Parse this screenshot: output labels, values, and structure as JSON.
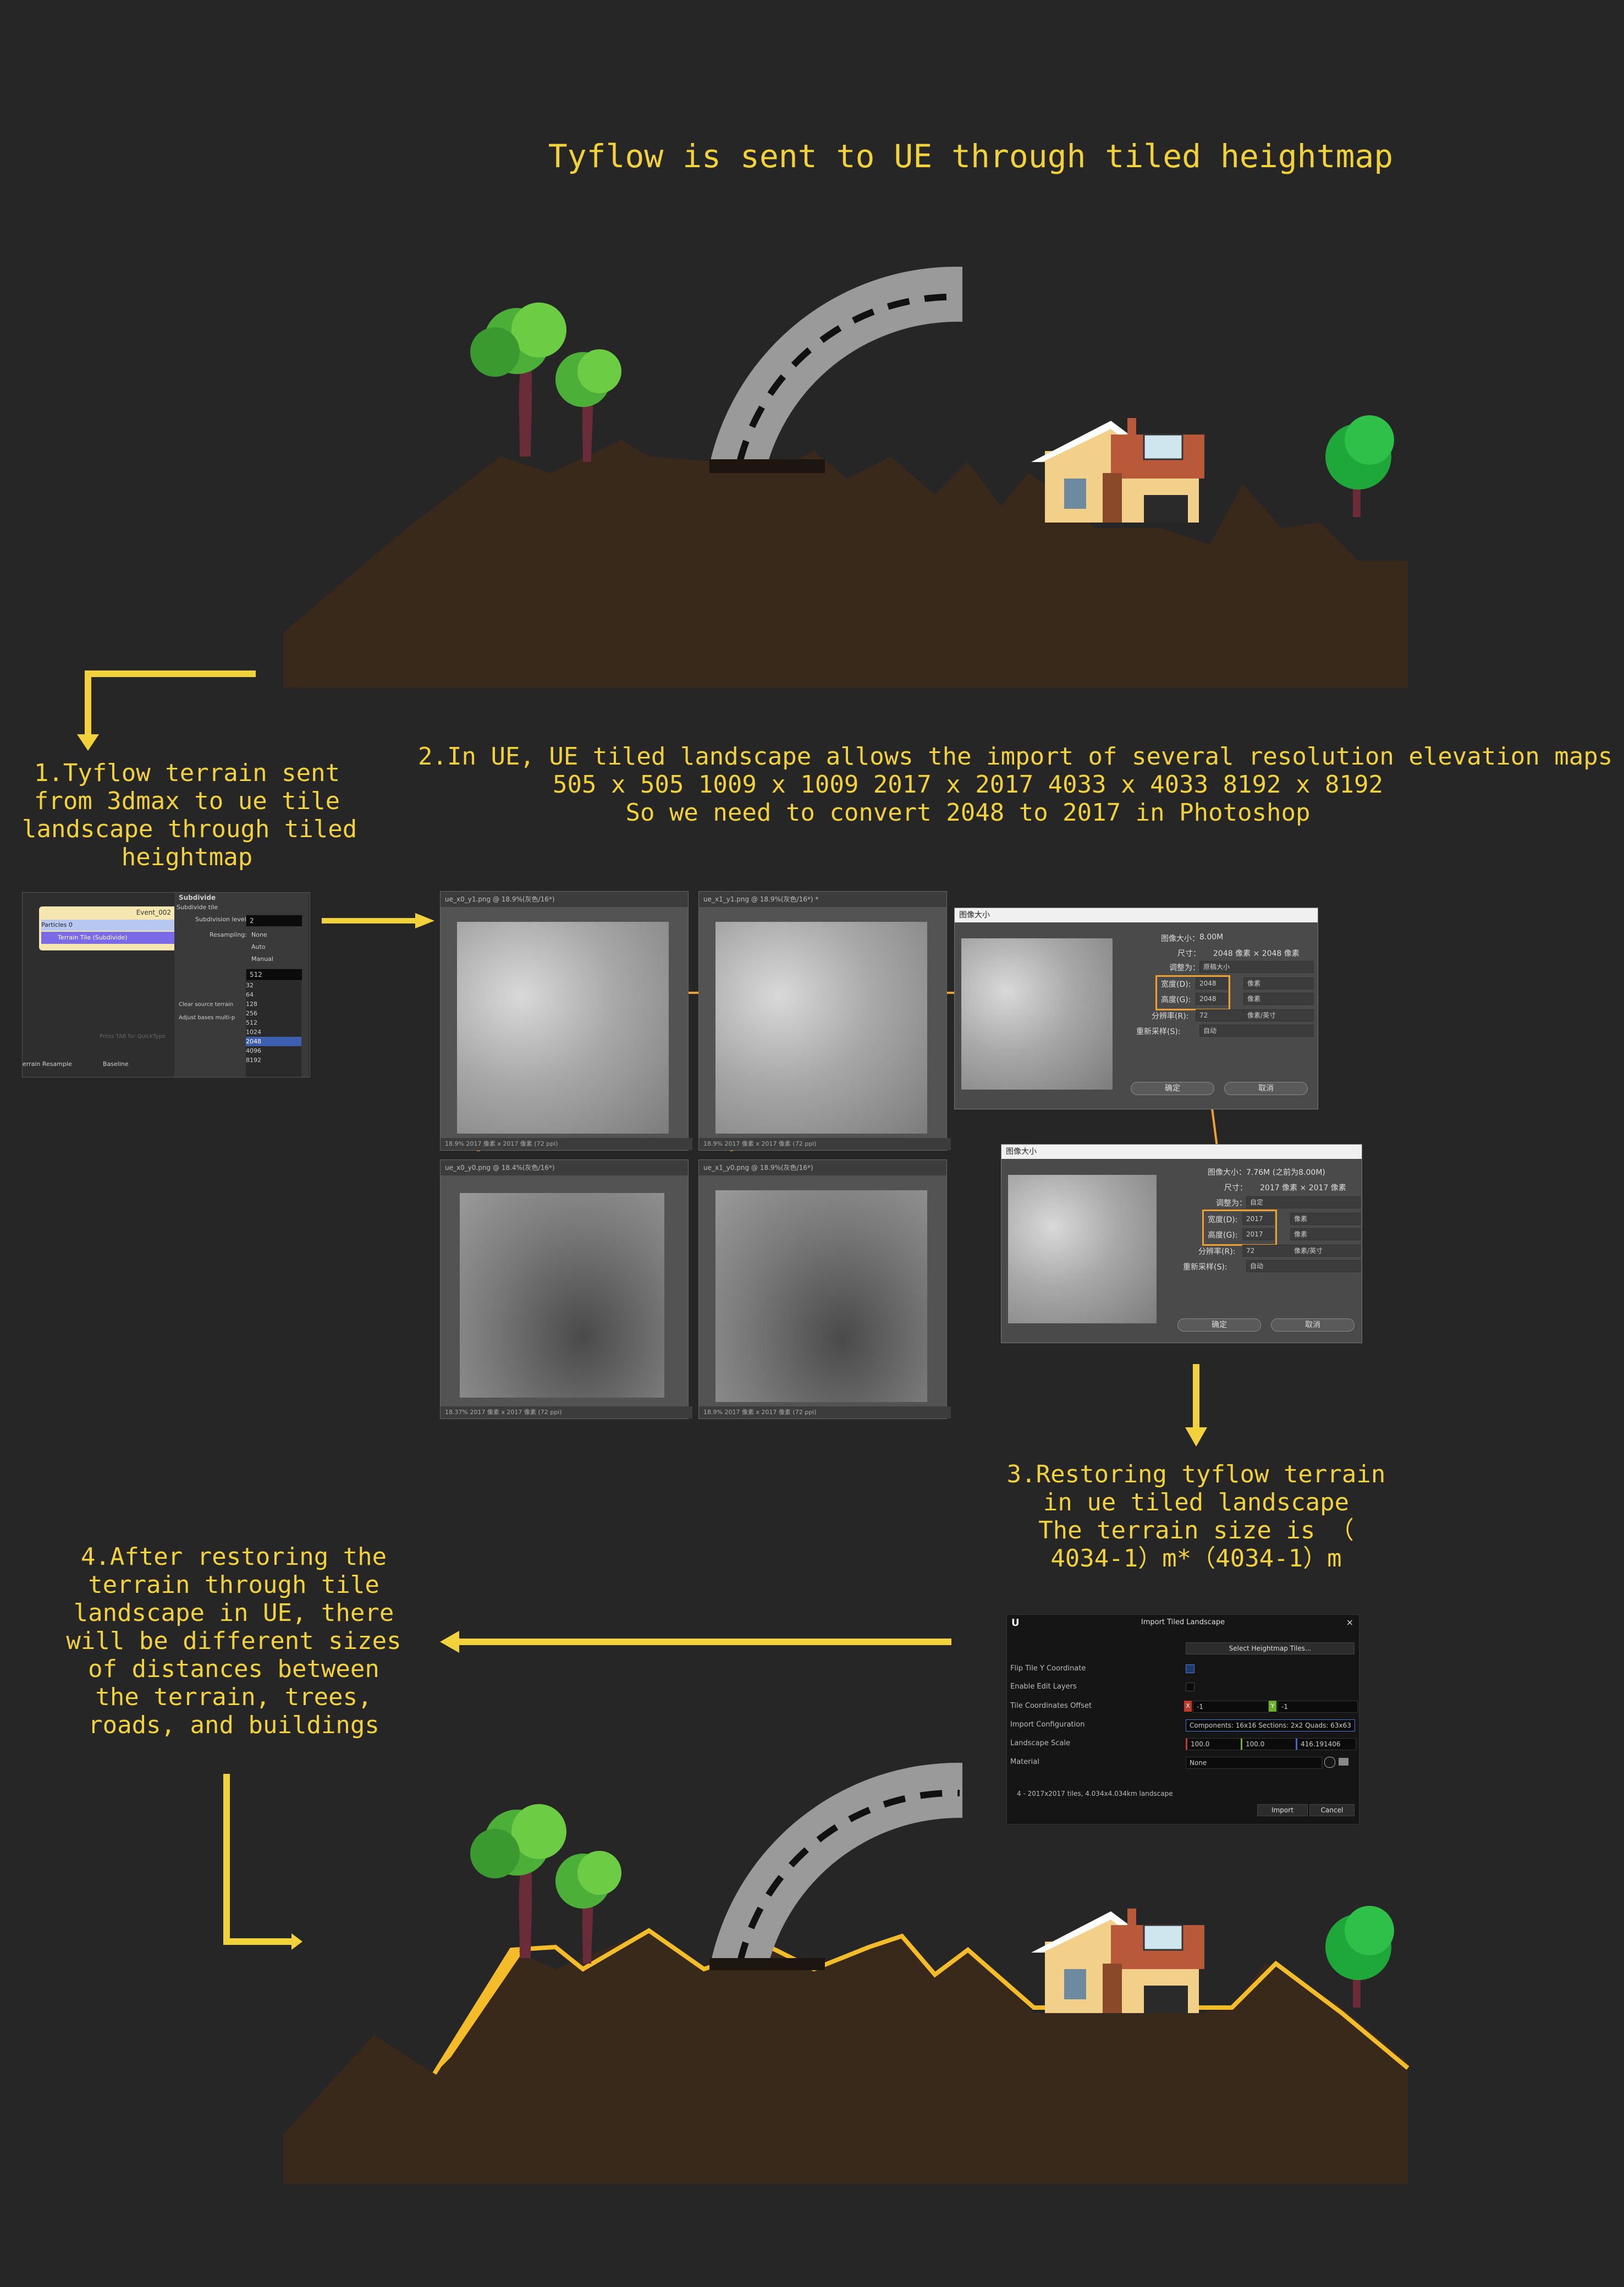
{
  "title": "Tyflow is sent to UE through tiled heightmap",
  "steps": {
    "step1": "1.Tyflow terrain sent\nfrom 3dmax to ue tile\nlandscape through tiled\nheightmap",
    "step2": "2.In UE, UE tiled landscape allows the import of several resolution elevation maps\n505 x 505 1009 x 1009 2017 x 2017 4033 x 4033 8192 x 8192\nSo we need to convert 2048 to 2017 in Photoshop",
    "step3": "3.Restoring tyflow terrain\nin ue tiled landscape\nThe terrain size is （\n4034-1）m*（4034-1）m",
    "step4": "4.After restoring the\nterrain through tile\nlandscape in UE, there\nwill be different sizes\nof distances between\nthe terrain, trees,\nroads, and buildings"
  },
  "tyflow_panel": {
    "event_name": "Event_002",
    "particles": "Particles 0",
    "operator": "Terrain Tile (Subdivide)",
    "subdivide_header": "Subdivide",
    "subdivide_tile": "Subdivide tile",
    "subdivision_level_label": "Subdivision level:",
    "subdivision_level_value": "2",
    "resampling_label": "Resampling:",
    "resampling_options": [
      "None",
      "Auto",
      "Manual"
    ],
    "manual_value": "512",
    "resolution_list": [
      "32",
      "64",
      "128",
      "256",
      "512",
      "1024",
      "2048",
      "4096",
      "8192"
    ],
    "selected_resolution": "2048",
    "clear_source": "Clear source terrain",
    "adjust_bases": "Adjust bases multi-p",
    "footer_left": "errain Resample",
    "footer_right": "Baseline",
    "watermark": "Press TAB for QuickType"
  },
  "ps_windows": {
    "tile1_tab": "ue_x0_y1.png @ 18.9%(灰色/16*)",
    "tile2_tab": "ue_x1_y1.png @ 18.9%(灰色/16*) *",
    "tile3_tab": "ue_x0_y0.png @ 18.4%(灰色/16*)",
    "tile4_tab": "ue_x1_y0.png @ 18.9%(灰色/16*)",
    "status_top_left": "18.9%    2017 像素 x 2017 像素 (72 ppi)",
    "status_top_right": "18.9%    2017 像素 x 2017 像素 (72 ppi)",
    "status_bottom_left": "18.37%    2017 像素 x 2017 像素 (72 ppi)",
    "status_bottom_right": "18.9%    2017 像素 x 2017 像素 (72 ppi)"
  },
  "image_size_dialog_1": {
    "title": "图像大小",
    "size_label": "图像大小：",
    "size_value": "8.00M",
    "dims_label": "尺寸：",
    "dims_value": "2048 像素 × 2048 像素",
    "fit_label": "调整为：",
    "fit_value": "原稿大小",
    "width_label": "宽度(D):",
    "width_value": "2048",
    "height_label": "高度(G):",
    "height_value": "2048",
    "unit": "像素",
    "res_label": "分辨率(R):",
    "res_value": "72",
    "res_unit": "像素/英寸",
    "resample_label": "重新采样(S):",
    "resample_value": "自动",
    "ok": "确定",
    "cancel": "取消"
  },
  "image_size_dialog_2": {
    "title": "图像大小",
    "size_label": "图像大小：",
    "size_value": "7.76M (之前为8.00M)",
    "dims_label": "尺寸：",
    "dims_value": "2017 像素 × 2017 像素",
    "fit_label": "调整为：",
    "fit_value": "自定",
    "width_label": "宽度(D):",
    "width_value": "2017",
    "height_label": "高度(G):",
    "height_value": "2017",
    "unit": "像素",
    "res_label": "分辨率(R):",
    "res_value": "72",
    "res_unit": "像素/英寸",
    "resample_label": "重新采样(S):",
    "resample_value": "自动",
    "ok": "确定",
    "cancel": "取消"
  },
  "ue_dialog": {
    "logo": "U",
    "title": "Import Tiled Landscape",
    "select_button": "Select Heightmap Tiles...",
    "flip_label": "Flip Tile Y Coordinate",
    "edit_layers_label": "Enable Edit Layers",
    "offset_label": "Tile Coordinates Offset",
    "offset_x_tag": "X",
    "offset_x": "-1",
    "offset_y_tag": "Y",
    "offset_y": "-1",
    "config_label": "Import Configuration",
    "config_value": "Components: 16x16 Sections: 2x2 Quads: 63x63",
    "scale_label": "Landscape Scale",
    "scale_x": "100.0",
    "scale_y": "100.0",
    "scale_z": "416.191406",
    "material_label": "Material",
    "material_value": "None",
    "info": "4 - 2017x2017 tiles, 4.034x4.034km landscape",
    "import": "Import",
    "cancel": "Cancel"
  },
  "colors": {
    "background": "#262626",
    "accent": "#f2d23a",
    "highlight": "#f0a030",
    "ground": "#38291a",
    "road": "#9a9a9a"
  }
}
